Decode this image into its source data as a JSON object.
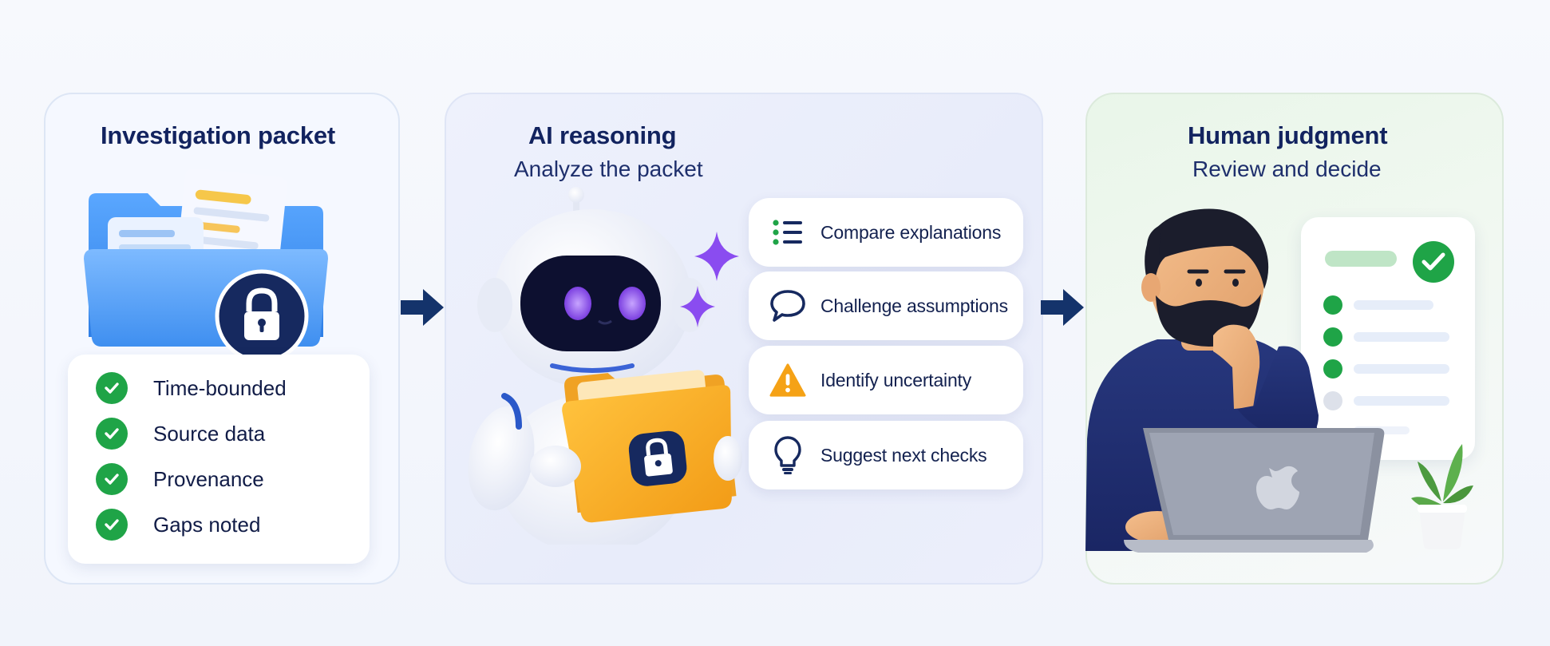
{
  "panels": {
    "packet": {
      "title": "Investigation packet",
      "checklist": [
        "Time-bounded",
        "Source data",
        "Provenance",
        "Gaps noted"
      ]
    },
    "ai": {
      "title": "AI reasoning",
      "subtitle": "Analyze the packet",
      "actions": [
        {
          "label": "Compare explanations",
          "icon": "list-icon"
        },
        {
          "label": "Challenge assumptions",
          "icon": "speech-bubble-icon"
        },
        {
          "label": "Identify uncertainty",
          "icon": "warning-icon"
        },
        {
          "label": "Suggest next checks",
          "icon": "lightbulb-icon"
        }
      ]
    },
    "human": {
      "title": "Human judgment",
      "subtitle": "Review and decide"
    }
  },
  "colors": {
    "navy": "#12235f",
    "check_green": "#1fa447",
    "folder_blue": "#3d8ef0",
    "folder_orange": "#f7ab2a",
    "sparkle_purple": "#8a4cf0",
    "warning_orange": "#f5a216"
  }
}
